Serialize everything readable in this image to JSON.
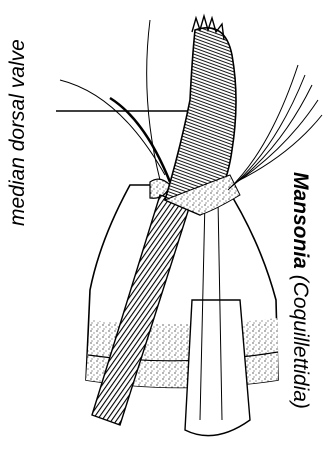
{
  "labels": {
    "left": "median dorsal valve",
    "right_genus": "Mansonia",
    "right_subgenus": "(Coquillettidia)"
  },
  "colors": {
    "ink": "#000000",
    "paper": "#ffffff"
  },
  "icons": [
    "siphon-illustration"
  ]
}
